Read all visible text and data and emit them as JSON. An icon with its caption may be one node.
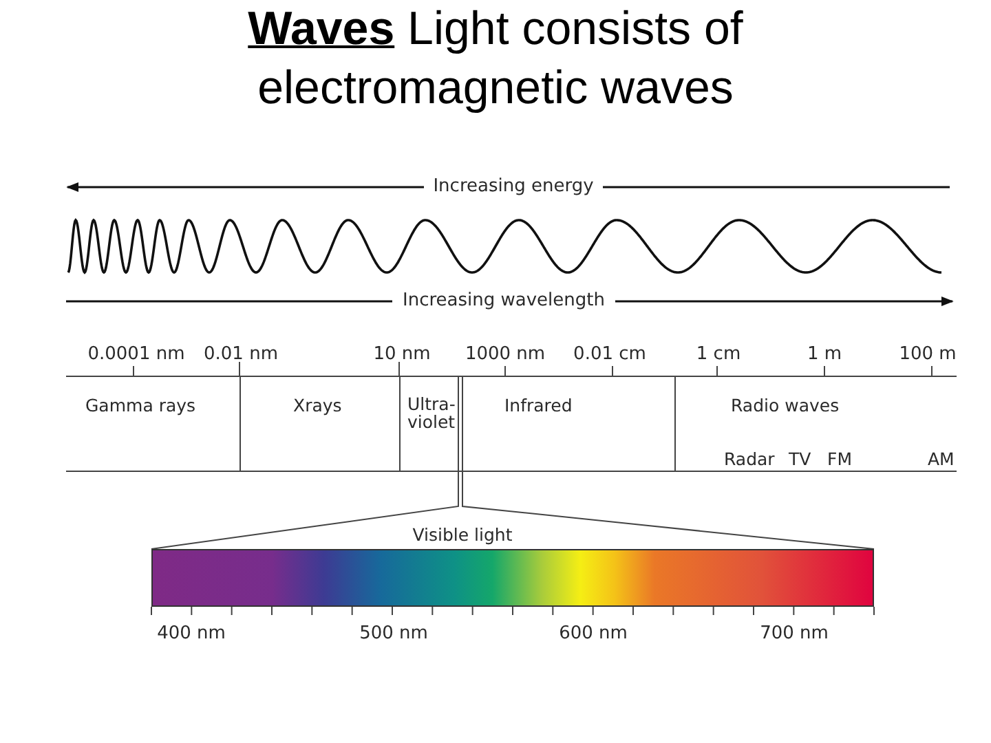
{
  "diagram": {
    "title": "**Waves** Light consists of electromagnetic waves",
    "nodes": [
      {
        "text": [
          "Gamma rays"
        ]
      },
      {
        "text": [
          "Xrays"
        ]
      },
      {
        "text": [
          "Ultra-violet"
        ]
      },
      {
        "text": [
          "Infrared"
        ]
      },
      {
        "text": [
          "Radio waves",
          "Radar",
          "TV",
          "FM",
          "AM"
        ]
      },
      {
        "text": [
          "Visible light"
        ]
      }
    ],
    "labels": [
      "Increasing energy",
      "Increasing wavelength",
      "0.0001 nm",
      "0.01 nm",
      "10 nm",
      "1000 nm",
      "0.01 cm",
      "1 cm",
      "1 m",
      "100 m",
      "400 nm",
      "500 nm",
      "600 nm",
      "700 nm"
    ]
  }
}
